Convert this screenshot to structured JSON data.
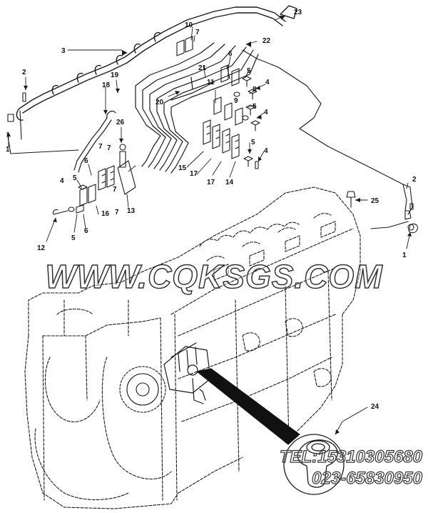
{
  "watermark": "WWW.CQKSGS.COM",
  "contact": {
    "tel": "TEL:15310305680",
    "phone2": "023-65830950"
  },
  "callouts": [
    {
      "id": "c23",
      "label": "23"
    },
    {
      "id": "c10",
      "label": "10"
    },
    {
      "id": "c7a",
      "label": "7"
    },
    {
      "id": "c3",
      "label": "3"
    },
    {
      "id": "c22",
      "label": "22"
    },
    {
      "id": "c6a",
      "label": "6"
    },
    {
      "id": "c2a",
      "label": "2"
    },
    {
      "id": "c19",
      "label": "19"
    },
    {
      "id": "c21",
      "label": "21"
    },
    {
      "id": "c5a",
      "label": "5"
    },
    {
      "id": "c18",
      "label": "18"
    },
    {
      "id": "c11",
      "label": "11"
    },
    {
      "id": "c4a",
      "label": "4"
    },
    {
      "id": "c8",
      "label": "8"
    },
    {
      "id": "c9",
      "label": "9"
    },
    {
      "id": "c20",
      "label": "20"
    },
    {
      "id": "c5b",
      "label": "5"
    },
    {
      "id": "c4b",
      "label": "4"
    },
    {
      "id": "c1a",
      "label": "1"
    },
    {
      "id": "c26",
      "label": "26"
    },
    {
      "id": "c5c",
      "label": "5"
    },
    {
      "id": "c4c",
      "label": "4"
    },
    {
      "id": "c15",
      "label": "15"
    },
    {
      "id": "c17a",
      "label": "17"
    },
    {
      "id": "c17b",
      "label": "17"
    },
    {
      "id": "c14",
      "label": "14"
    },
    {
      "id": "c7b",
      "label": "7"
    },
    {
      "id": "c7c",
      "label": "7"
    },
    {
      "id": "c6b",
      "label": "6"
    },
    {
      "id": "c4d",
      "label": "4"
    },
    {
      "id": "c5d",
      "label": "5"
    },
    {
      "id": "c7d",
      "label": "7"
    },
    {
      "id": "c16",
      "label": "16"
    },
    {
      "id": "c7e",
      "label": "7"
    },
    {
      "id": "c13",
      "label": "13"
    },
    {
      "id": "c2b",
      "label": "2"
    },
    {
      "id": "c25",
      "label": "25"
    },
    {
      "id": "c12",
      "label": "12"
    },
    {
      "id": "c5e",
      "label": "5"
    },
    {
      "id": "c6c",
      "label": "6"
    },
    {
      "id": "c1b",
      "label": "1"
    },
    {
      "id": "c24",
      "label": "24"
    }
  ]
}
